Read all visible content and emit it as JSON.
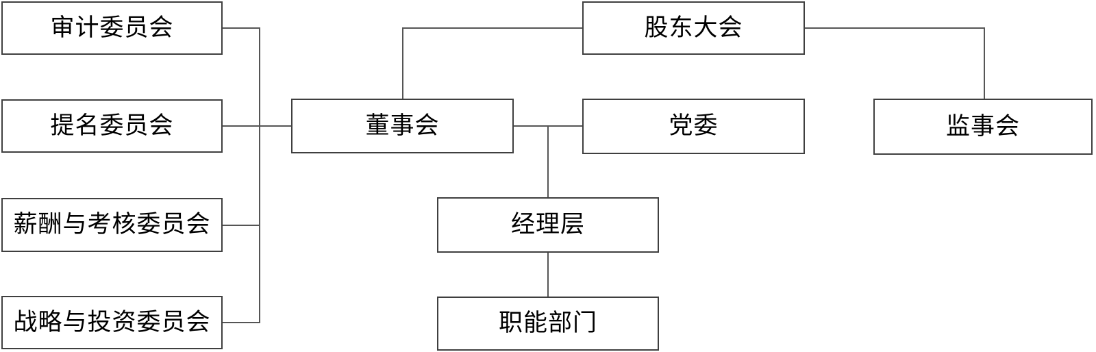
{
  "diagram": {
    "type": "org-chart",
    "background_color": "#ffffff",
    "box_fill_color": "#ffffff",
    "box_border_color": "#3f3f3f",
    "line_color": "#555555",
    "text_color": "#000000",
    "nodes": {
      "shareholders": {
        "label": "股东大会"
      },
      "board": {
        "label": "董事会"
      },
      "party": {
        "label": "党委"
      },
      "supervisory": {
        "label": "监事会"
      },
      "audit": {
        "label": "审计委员会"
      },
      "nomination": {
        "label": "提名委员会"
      },
      "compensation": {
        "label": "薪酬与考核委员会"
      },
      "strategy": {
        "label": "战略与投资委员会"
      },
      "management": {
        "label": "经理层"
      },
      "functional": {
        "label": "职能部门"
      }
    },
    "edges": [
      {
        "from": "股东大会",
        "to": "董事会"
      },
      {
        "from": "股东大会",
        "to": "监事会"
      },
      {
        "from": "董事会",
        "to": "党委"
      },
      {
        "from": "董事会",
        "to": "审计委员会"
      },
      {
        "from": "董事会",
        "to": "提名委员会"
      },
      {
        "from": "董事会",
        "to": "薪酬与考核委员会"
      },
      {
        "from": "董事会",
        "to": "战略与投资委员会"
      },
      {
        "from": "董事会",
        "to": "经理层"
      },
      {
        "from": "经理层",
        "to": "职能部门"
      }
    ]
  }
}
